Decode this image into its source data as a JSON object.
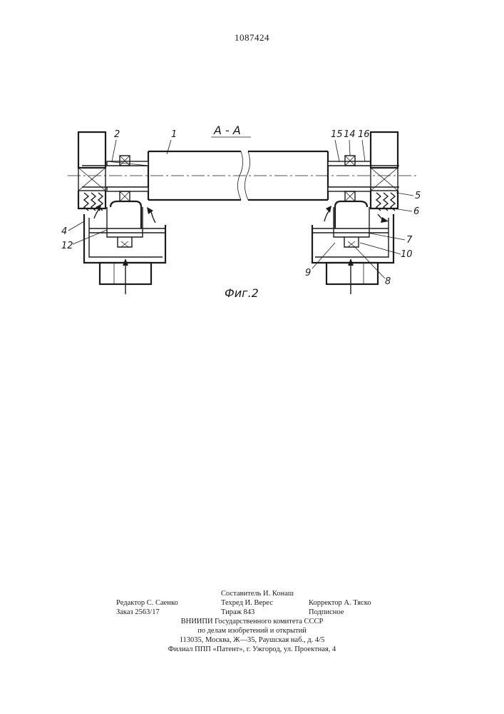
{
  "header": {
    "patent_number": "1087424"
  },
  "figure": {
    "section_label": "А - А",
    "caption": "Фиг.2",
    "part_labels": [
      "1",
      "2",
      "4",
      "12",
      "15",
      "14",
      "16",
      "5",
      "6",
      "7",
      "10",
      "9",
      "8"
    ]
  },
  "footer": {
    "editor": "Редактор С. Саенко",
    "order": "Заказ 2563/17",
    "compiler": "Составитель И. Конаш",
    "techred": "Техред И. Верес",
    "circulation": "Тираж 843",
    "corrector": "Корректор А. Тяско",
    "subscription": "Подписное",
    "org1": "ВНИИПИ   Государственного   комитета   СССР",
    "org2": "по  делам  изобретений  и  открытий",
    "address": "113035,  Москва,  Ж—35,  Раушская  наб.,  д.  4/5",
    "branch": "Филиал  ППП  «Патент»,  г.  Ужгород,  ул.  Проектная,  4"
  }
}
